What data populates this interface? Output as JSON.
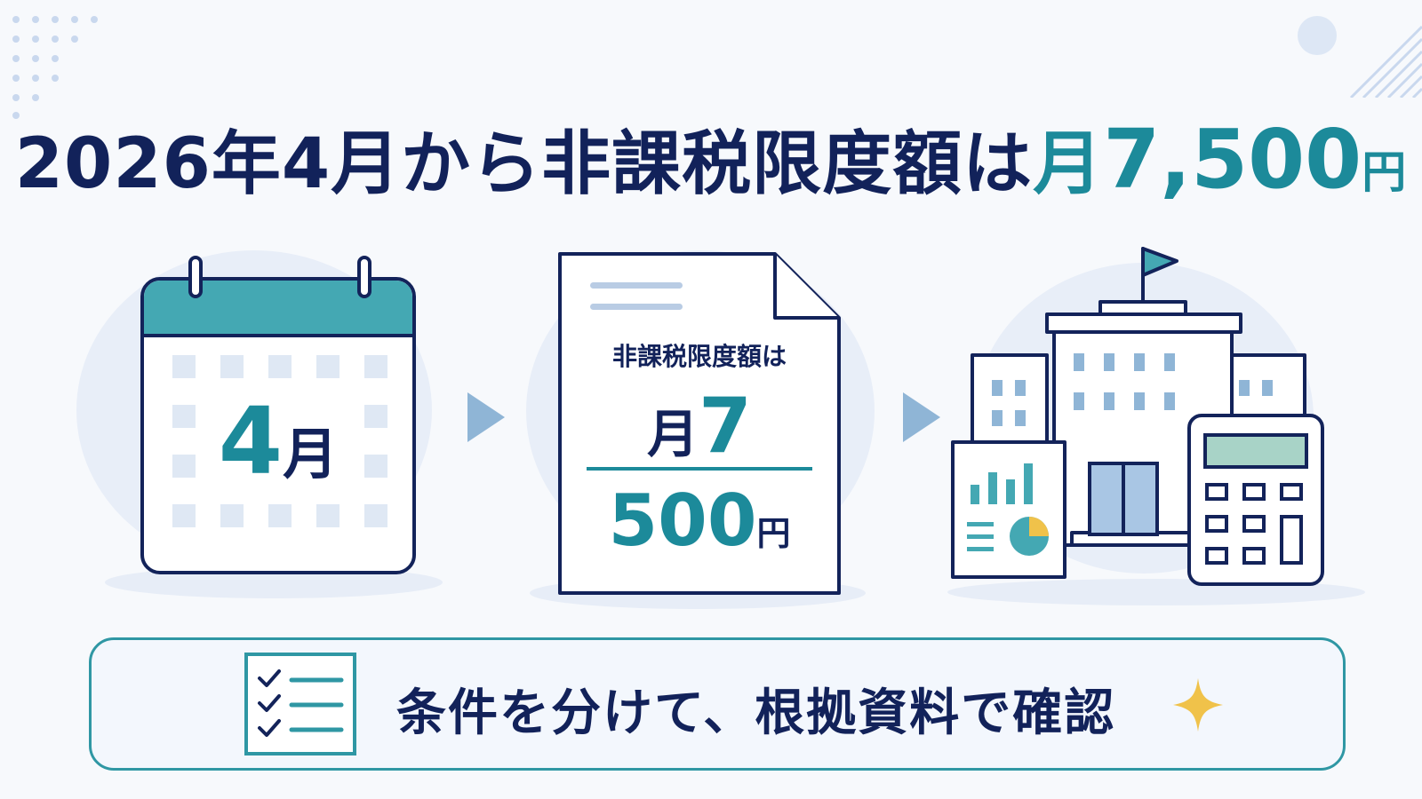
{
  "headline": {
    "part1": "2026年",
    "part2": "4",
    "part3": "月から非課税限度額は",
    "part4": "月",
    "part5": "7,500",
    "part6": "円"
  },
  "calendar": {
    "number": "4",
    "unit": "月"
  },
  "document": {
    "title": "非課税限度額は",
    "line1_unit": "月",
    "line1_number": "7",
    "line2_number": "500",
    "line2_unit": "円"
  },
  "banner": {
    "text": "条件を分けて、根拠資料で確認"
  },
  "colors": {
    "navy": "#12225a",
    "teal": "#1c8a9a",
    "teal_light": "#44a8b3",
    "steel_blue": "#8fb5d6",
    "halo": "#e8eef8",
    "sparkle": "#f0c24a"
  },
  "icons": [
    "calendar-icon",
    "arrow-right-icon",
    "document-icon",
    "buildings-icon",
    "calculator-icon",
    "chart-report-icon",
    "checklist-icon",
    "sparkle-icon"
  ]
}
